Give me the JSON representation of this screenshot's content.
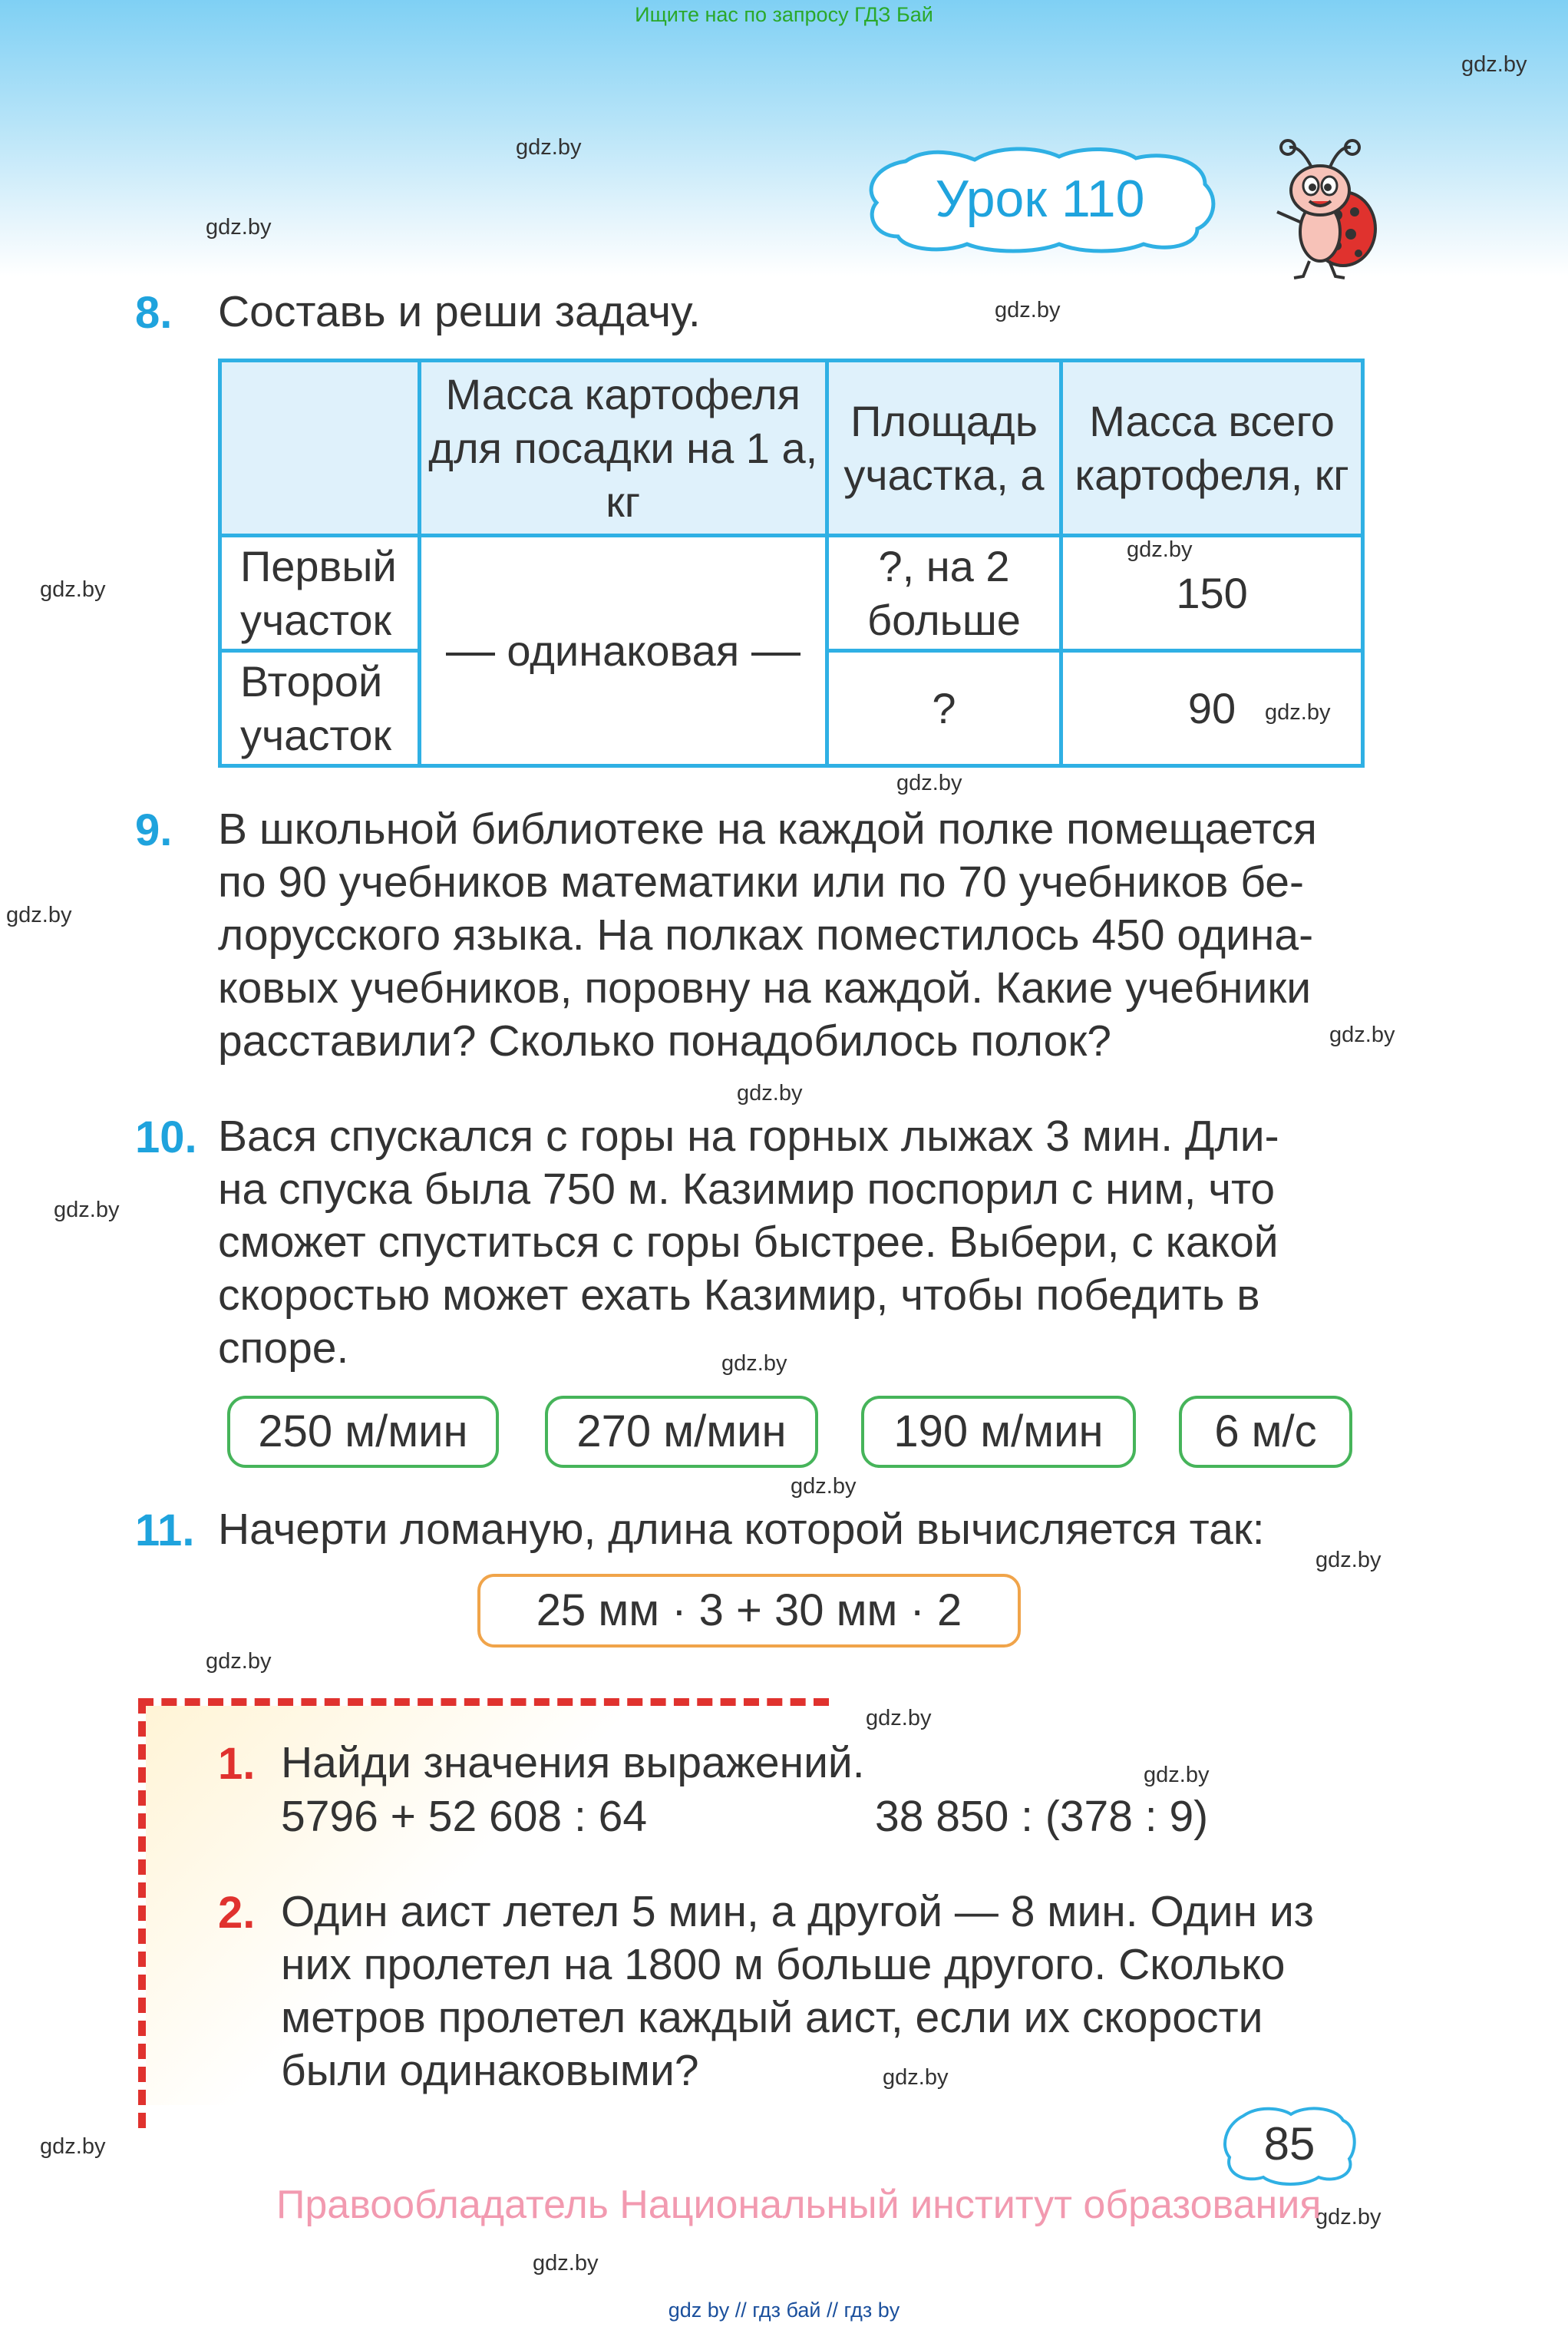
{
  "header": {
    "top_line": "Ищите нас по запросу ГДЗ Бай",
    "lesson": "Урок 110"
  },
  "watermark": "gdz.by",
  "task8": {
    "number": "8.",
    "text": "Составь и реши задачу.",
    "table": {
      "headers": [
        "Масса картофеля для посадки на 1 а, кг",
        "Площадь участка, а",
        "Масса всего картофеля, кг"
      ],
      "rows": [
        {
          "label": "Первый участок",
          "area": "?, на 2 больше",
          "total": "150"
        },
        {
          "label": "Второй участок",
          "area": "?",
          "total": "90"
        }
      ],
      "merged_mass": "одинаковая"
    }
  },
  "task9": {
    "number": "9.",
    "lines": [
      "В школьной библиотеке на каждой полке помещается",
      "по 90 учебников математики или по 70 учебников бе-",
      "лорусского языка. На полках поместилось 450 одина-",
      "ковых учебников, поровну на каждой. Какие учебники",
      "расставили? Сколько понадобилось полок?"
    ]
  },
  "task10": {
    "number": "10.",
    "lines": [
      "Вася спускался с горы на горных лыжах 3 мин. Дли-",
      "на спуска была 750 м. Казимир поспорил с ним, что",
      "сможет спуститься с горы быстрее. Выбери, с какой",
      "скоростью может ехать Казимир, чтобы победить в",
      "споре."
    ],
    "options": [
      "250 м/мин",
      "270 м/мин",
      "190 м/мин",
      "6 м/с"
    ]
  },
  "task11": {
    "number": "11.",
    "text": "Начерти ломаную, длина которой вычисляется так:",
    "formula": "25 мм · 3 + 30 мм · 2"
  },
  "extra1": {
    "number": "1.",
    "text": "Найди значения выражений.",
    "expr1": "5796 + 52 608 : 64",
    "expr2": "38 850 : (378 : 9)"
  },
  "extra2": {
    "number": "2.",
    "lines": [
      "Один аист летел 5 мин, а другой — 8 мин. Один из",
      "них пролетел на 1800 м больше другого. Сколько",
      "метров пролетел каждый аист, если их скорости",
      "были одинаковыми?"
    ]
  },
  "footer": {
    "page_number": "85",
    "rights": "Правообладатель Национальный институт образования",
    "links": "gdz by  //  гдз бай  //  гдз by"
  },
  "colors": {
    "task_number": "#1fa3dd",
    "extra_number": "#e0322e",
    "table_border": "#2fb0e4",
    "option_border": "#46b45a",
    "formula_border": "#f0a44a",
    "rights_text": "#f29ab0"
  }
}
